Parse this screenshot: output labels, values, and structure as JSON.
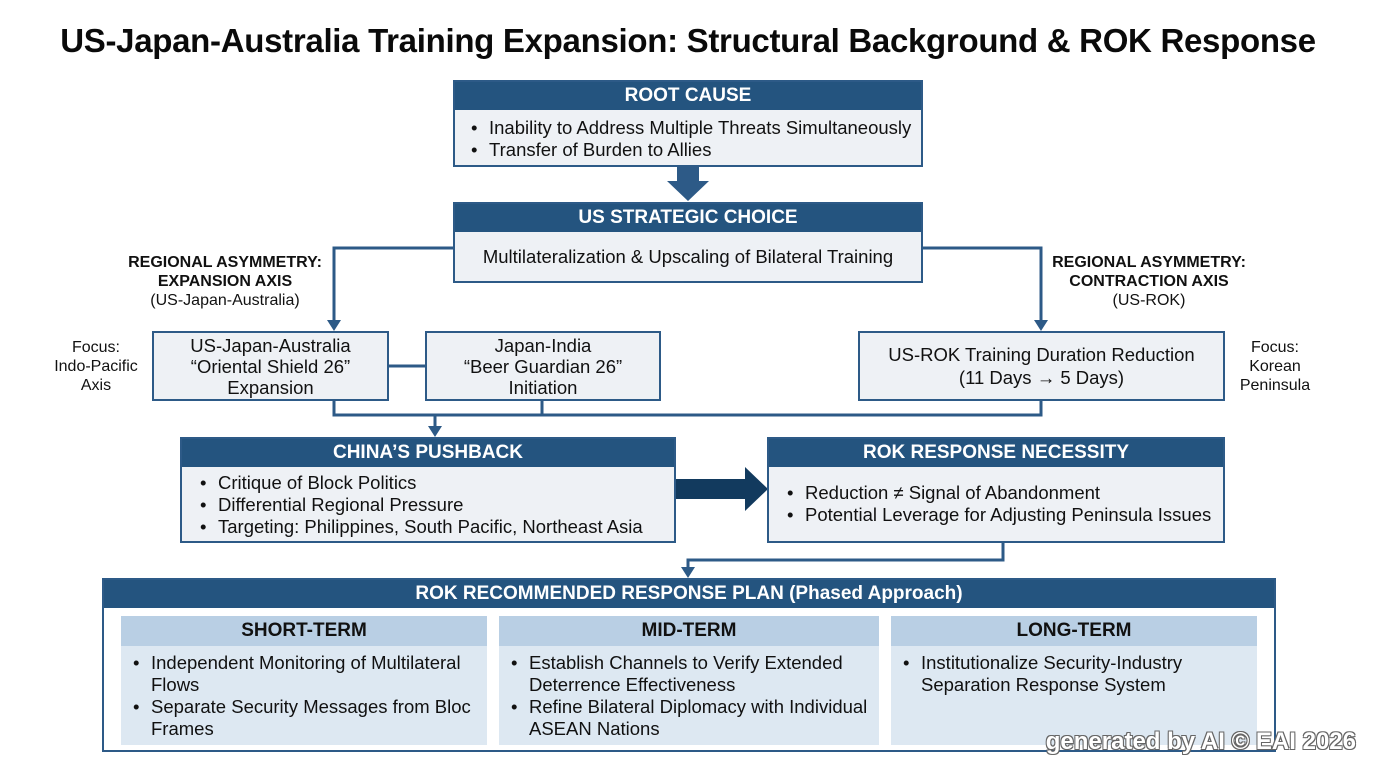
{
  "title": "US-Japan-Australia Training Expansion: Structural Background & ROK Response",
  "root_cause": {
    "header": "ROOT CAUSE",
    "items": [
      "Inability to Address Multiple Threats Simultaneously",
      "Transfer of Burden to Allies"
    ]
  },
  "us_choice": {
    "header": "US STRATEGIC CHOICE",
    "text": "Multilateralization & Upscaling of Bilateral Training"
  },
  "left_axis": {
    "line1": "REGIONAL ASYMMETRY:",
    "line2": "EXPANSION AXIS",
    "line3": "(US-Japan-Australia)"
  },
  "right_axis": {
    "line1": "REGIONAL ASYMMETRY:",
    "line2": "CONTRACTION AXIS",
    "line3": "(US-ROK)"
  },
  "focus_left": {
    "line1": "Focus:",
    "line2": "Indo-Pacific",
    "line3": "Axis"
  },
  "focus_right": {
    "line1": "Focus:",
    "line2": "Korean",
    "line3": "Peninsula"
  },
  "box_oriental": {
    "line1": "US-Japan-Australia",
    "line2": "“Oriental Shield 26”",
    "line3": "Expansion"
  },
  "box_beer": {
    "line1": "Japan-India",
    "line2": "“Beer Guardian 26”",
    "line3": "Initiation"
  },
  "box_usrok": {
    "line1": "US-ROK Training Duration Reduction",
    "line2": "(11 Days → 5 Days)"
  },
  "china": {
    "header": "CHINA’S PUSHBACK",
    "items": [
      "Critique of Block Politics",
      "Differential Regional Pressure",
      "Targeting: Philippines, South Pacific, Northeast Asia"
    ]
  },
  "rok_necessity": {
    "header": "ROK RESPONSE NECESSITY",
    "items": [
      "Reduction ≠ Signal of Abandonment",
      "Potential Leverage for Adjusting Peninsula Issues"
    ]
  },
  "plan": {
    "header": "ROK RECOMMENDED RESPONSE PLAN (Phased Approach)",
    "short": {
      "title": "SHORT-TERM",
      "items": [
        "Independent Monitoring of Multilateral Flows",
        "Separate Security Messages from Bloc Frames"
      ]
    },
    "mid": {
      "title": "MID-TERM",
      "items": [
        "Establish Channels to Verify Extended Deterrence Effectiveness",
        "Refine Bilateral Diplomacy with Individual ASEAN Nations"
      ]
    },
    "long": {
      "title": "LONG-TERM",
      "items": [
        "Institutionalize Security-Industry Separation Response System"
      ]
    }
  },
  "watermark": "generated by AI © EAI 2026",
  "colors": {
    "header": "#24547f",
    "border": "#2d5a87",
    "phase_header": "#b9cfe4",
    "phase_body": "#dde8f2"
  }
}
